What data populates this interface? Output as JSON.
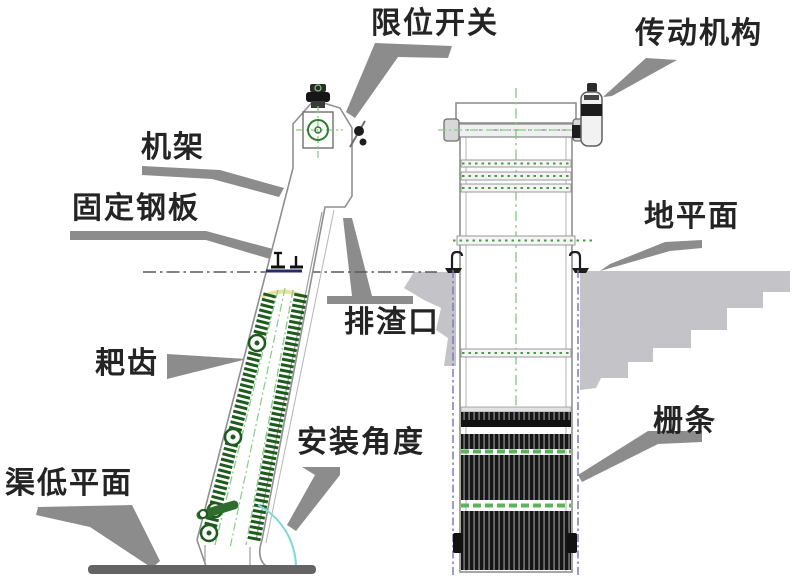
{
  "figure": {
    "description_visible_views": [
      "side elevation",
      "front elevation"
    ]
  },
  "labels": {
    "limit_switch": "限位开关",
    "drive_mechanism": "传动机构",
    "frame": "机架",
    "fixed_steel_plate": "固定钢板",
    "ground_level": "地平面",
    "discharge_port": "排渣口",
    "rake_teeth": "耙齿",
    "grid_bars": "栅条",
    "installation_angle": "安装角度",
    "channel_bottom_level": "渠低平面"
  },
  "colors": {
    "label_text": "#242424",
    "leader_gray": "#8c8c8c",
    "ground_gray": "#c4c4c8",
    "outline_gray": "#8f8f8f",
    "chain_green_dark": "#1d5c1d",
    "chain_green_light": "#86cc86",
    "bar_screen_dark": "#161616",
    "dashed_blue": "#7a7ac8",
    "angle_arc_cyan": "#7fd8dc",
    "base_plate_gray": "#646464"
  }
}
